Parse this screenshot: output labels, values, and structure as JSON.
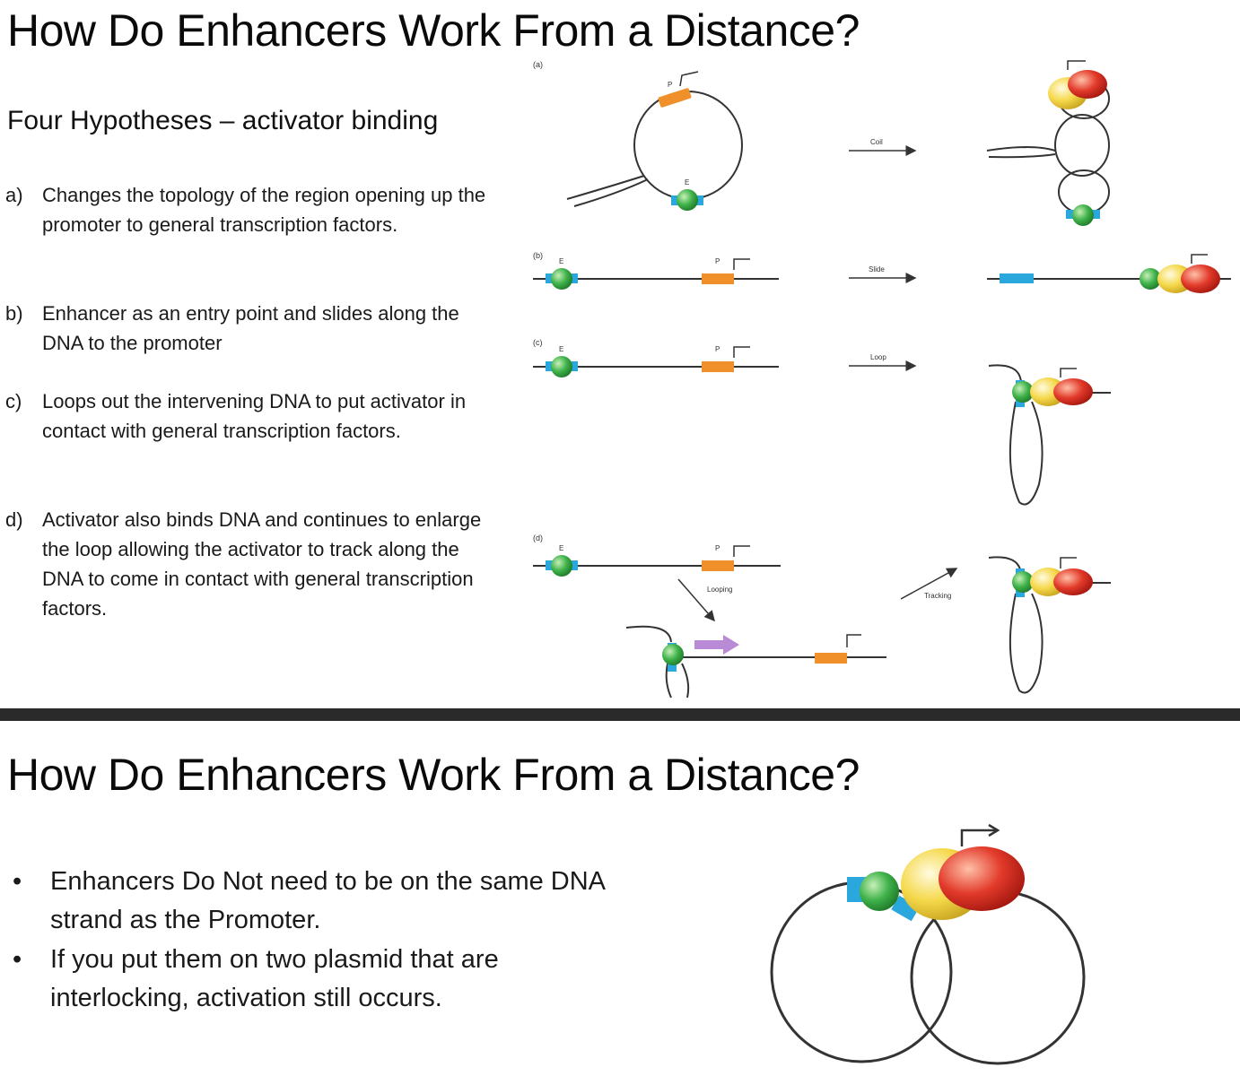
{
  "slide1": {
    "title": "How Do Enhancers Work From a Distance?",
    "subtitle": "Four Hypotheses – activator binding",
    "hypotheses": [
      {
        "letter": "a)",
        "text": "Changes the topology of the region opening up the promoter to general transcription factors."
      },
      {
        "letter": "b)",
        "text": "Enhancer as an entry point and slides along the DNA to the promoter"
      },
      {
        "letter": "c)",
        "text": "Loops out the intervening DNA to put activator in contact with general transcription factors."
      },
      {
        "letter": "d)",
        "text": "Activator also binds DNA and continues to enlarge the loop allowing the activator to track along the DNA to come in contact with general transcription factors."
      }
    ],
    "figure": {
      "panels": [
        "(a)",
        "(b)",
        "(c)",
        "(d)"
      ],
      "promoter_label": "P",
      "enhancer_label": "E",
      "arrow_labels": {
        "coil": "Coil",
        "slide": "Slide",
        "loop": "Loop",
        "looping": "Looping",
        "tracking": "Tracking"
      },
      "colors": {
        "enhancer": "#2aa7dc",
        "activator": "#3fb24a",
        "promoter": "#f0902a",
        "factor_yellow": "#f5d84a",
        "factor_red": "#e23a2a",
        "tracking_arrow": "#b98ad6"
      }
    }
  },
  "slide2": {
    "title": "How Do Enhancers Work From a Distance?",
    "bullets": [
      {
        "marker": "•",
        "text": "Enhancers Do Not need to be on the same DNA strand as the Promoter."
      },
      {
        "marker": "•",
        "text": "If you put them on two plasmid that are interlocking, activation still occurs."
      }
    ]
  }
}
